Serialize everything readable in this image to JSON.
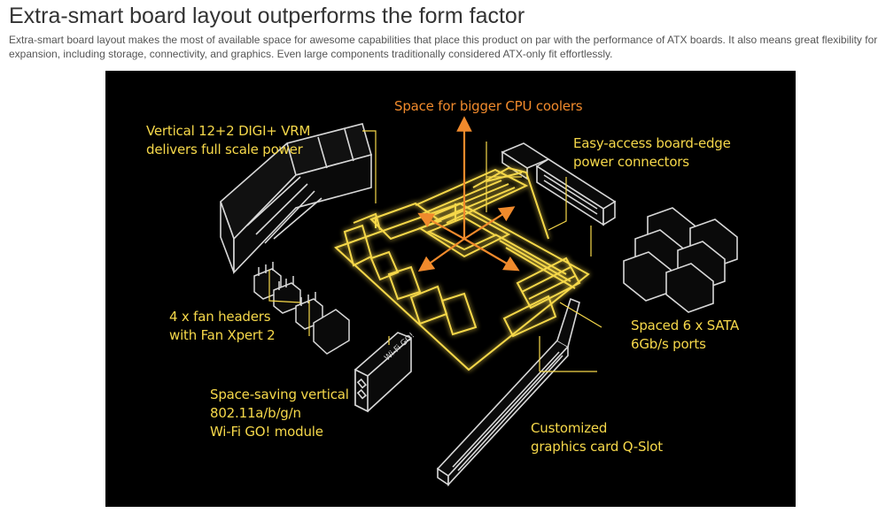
{
  "page": {
    "title": "Extra-smart board layout outperforms the form factor",
    "description": "Extra-smart board layout makes the most of available space for awesome capabilities that place this product on par with the performance of ATX boards. It also means great flexibility for expansion, including storage, connectivity, and graphics. Even large components traditionally considered ATX-only fit effortlessly."
  },
  "diagram": {
    "colors": {
      "background": "#000000",
      "line": "#f6d84a",
      "glow": "#f6d84a",
      "accent": "#f08a2c",
      "component": "#d8d8d8"
    },
    "callouts": {
      "cpu_coolers": {
        "line1": "Space for bigger CPU coolers"
      },
      "vrm": {
        "line1": "Vertical 12+2 DIGI+ VRM",
        "line2": "delivers full scale power"
      },
      "power_connectors": {
        "line1": "Easy-access board-edge",
        "line2": "power connectors"
      },
      "fan_headers": {
        "line1": "4 x fan headers",
        "line2": "with Fan Xpert 2"
      },
      "sata": {
        "line1": "Spaced 6 x SATA",
        "line2": "6Gb/s ports"
      },
      "wifi": {
        "line1": "Space-saving vertical",
        "line2": "802.11a/b/g/n",
        "line3": "Wi-Fi GO! module"
      },
      "qslot": {
        "line1": "Customized",
        "line2": "graphics card Q-Slot"
      }
    },
    "module_label": "Wi-Fi GO!"
  }
}
